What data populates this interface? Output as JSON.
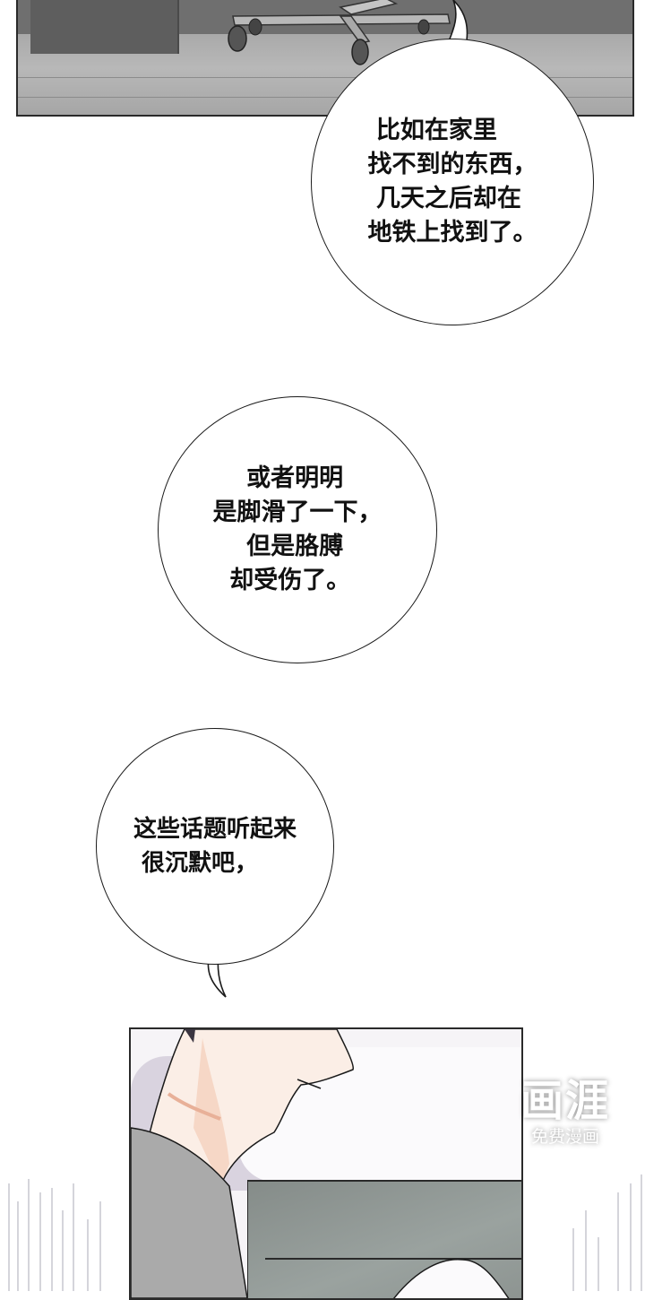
{
  "comic": {
    "panels": [
      {
        "id": "panel-1",
        "scene": "office floor with rolling chair base"
      },
      {
        "id": "panel-2",
        "scene": "man lying on bed, close-up of neck and chin"
      }
    ],
    "bubbles": [
      {
        "id": "bubble-1",
        "lines": [
          "比如在家里",
          "找不到的东西，",
          "几天之后却在",
          "地铁上找到了。"
        ],
        "text": " 比如在家里\n找不到的东西，\n 几天之后却在\n地铁上找到了。"
      },
      {
        "id": "bubble-2",
        "lines": [
          "或者明明",
          "是脚滑了一下，",
          "但是胳膊",
          "却受伤了。"
        ],
        "text": "    或者明明\n是脚滑了一下，\n    但是胳膊\n  却受伤了。"
      },
      {
        "id": "bubble-3",
        "lines": [
          "这些话题听起来",
          "很沉默吧，"
        ],
        "text": "这些话题听起来\n 很沉默吧，"
      }
    ],
    "watermark": {
      "logo": "画涯",
      "caption": "免费漫画"
    },
    "colors": {
      "panel_border": "#2a2a2a",
      "skin": "#fbeee6",
      "shirt": "#a8a8a8",
      "box": "#8d9491"
    }
  }
}
